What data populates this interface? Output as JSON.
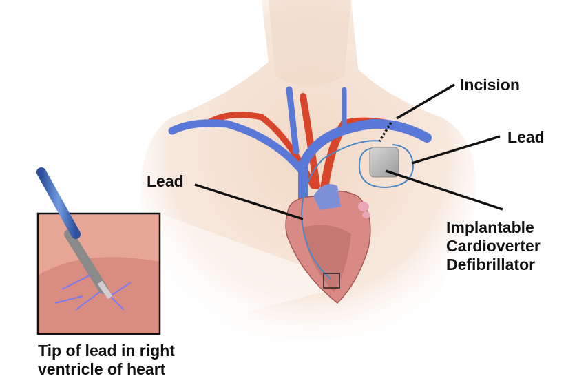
{
  "labels": {
    "incision": "Incision",
    "lead_device": "Lead",
    "lead_heart": "Lead",
    "icd_line1": "Implantable",
    "icd_line2": "Cardioverter",
    "icd_line3": "Defibrillator",
    "inset_caption_line1": "Tip of lead in right",
    "inset_caption_line2": "ventricle of heart"
  },
  "colors": {
    "skin": "#f3dccb",
    "vein": "#5a78d8",
    "artery": "#d8452a",
    "heart": "#d98a84",
    "device": "#b9b9b9",
    "lead_wire": "#4a88c8",
    "callout_line": "#111111"
  }
}
